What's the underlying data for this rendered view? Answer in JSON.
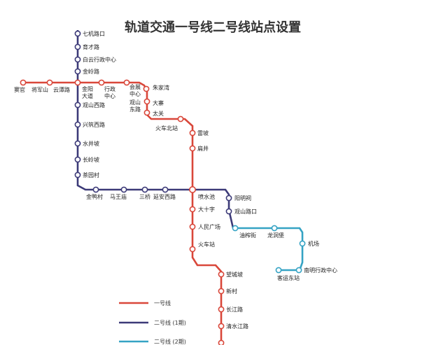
{
  "title": "轨道交通一号线二号线站点设置",
  "colors": {
    "line1": "#d9473a",
    "line2_phase1": "#3c3a78",
    "line2_phase2": "#35a3c4"
  },
  "legend": [
    {
      "label": "一号线",
      "color_key": "line1"
    },
    {
      "label": "二号线 (1期)",
      "color_key": "line2_phase1"
    },
    {
      "label": "二号线 (2期)",
      "color_key": "line2_phase2"
    }
  ],
  "stations": {
    "qijilukou": "七机路口",
    "yucailu": "育才路",
    "baiyunxingzheng": "白云行政中心",
    "jinlinglu": "金岭路",
    "yaoguan": "窦官",
    "jiangjunshan": "将军山",
    "yuntanlu": "云潭路",
    "jinyang_1": "金阳",
    "jinyang_2": "大道",
    "xingzheng_1": "行政",
    "xingzheng_2": "中心",
    "huizhan_1": "会展",
    "huizhan_2": "中心",
    "guanshandonglu_1": "观山",
    "guanshandonglu_2": "东路",
    "zhujiawan": "朱家湾",
    "dazhai": "大寨",
    "taiguan": "太关",
    "huochebeizhan": "火车北站",
    "leipo": "雷坡",
    "yanjing": "扁井",
    "guanshanxilu": "观山西路",
    "xingzhuxilu": "兴筑西路",
    "shuijingpo": "水井坡",
    "changlingpo": "长岭坡",
    "chayuancun": "茶园村",
    "jinyangcun": "金鸭村",
    "mawangmiao": "马王庙",
    "sanqiao": "三桥",
    "yananxilu": "延安西路",
    "penshuichi": "喷水池",
    "dashizi": "大十字",
    "renminguangchang": "人民广场",
    "huochezhan": "火车站",
    "wangchengpo": "望城坡",
    "xincun": "新村",
    "changjianglu": "长江路",
    "qingshuijianglu": "清水江路",
    "yangminglu": "阳明祠",
    "guanshanlukou": "观山路口",
    "youzhajie": "油榨街",
    "longdongpu": "龙洞堡",
    "jichang": "机场",
    "nanmingxingzheng": "南明行政中心",
    "keyundongzhan": "客运东站"
  }
}
